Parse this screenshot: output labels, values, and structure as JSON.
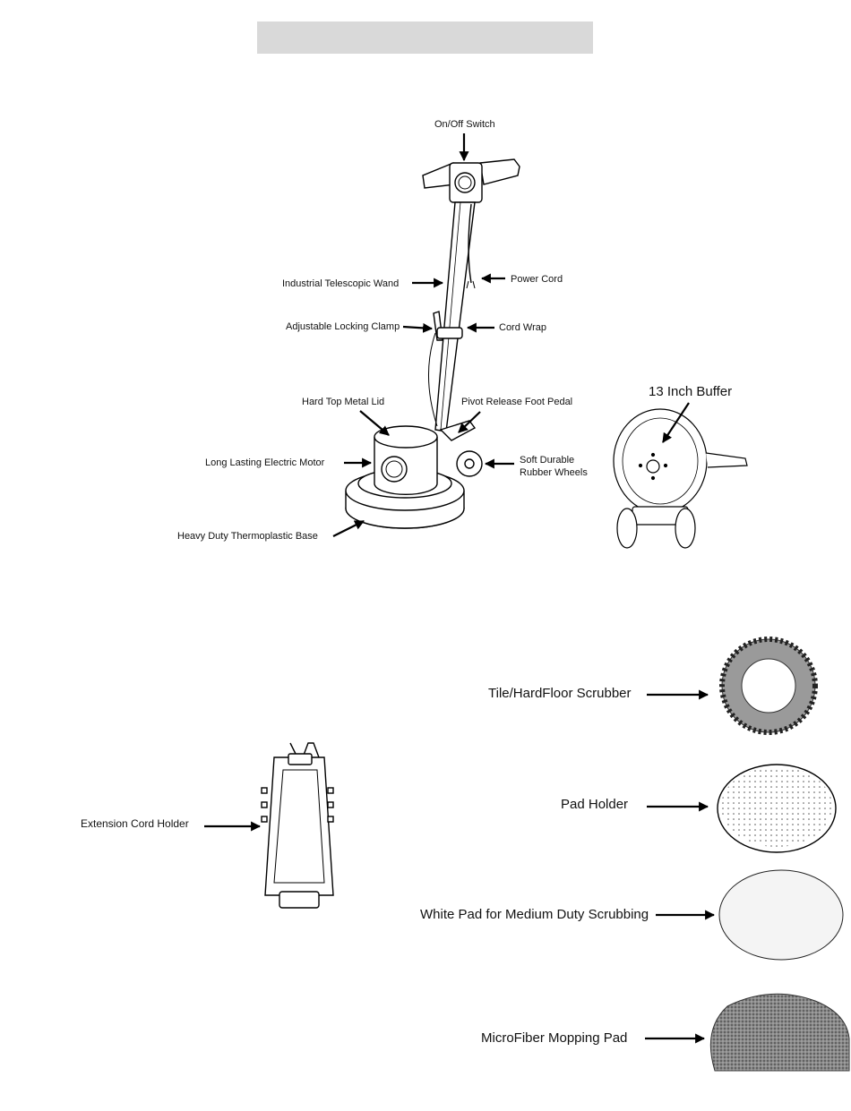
{
  "header": {
    "title": ""
  },
  "labels": {
    "on_off_switch": "On/Off Switch",
    "industrial_telescopic_wand": "Industrial Telescopic Wand",
    "power_cord": "Power Cord",
    "adjustable_locking_clamp": "Adjustable Locking Clamp",
    "cord_wrap": "Cord Wrap",
    "hard_top_metal_lid": "Hard Top Metal Lid",
    "pivot_release_foot_pedal": "Pivot Release Foot Pedal",
    "long_lasting_electric_motor": "Long Lasting Electric Motor",
    "soft_durable_line1": "Soft Durable",
    "soft_durable_line2": "Rubber Wheels",
    "heavy_duty_base": "Heavy Duty Thermoplastic Base",
    "thirteen_inch_buffer": "13 Inch Buffer",
    "tile_scrubber": "Tile/HardFloor Scrubber",
    "pad_holder": "Pad Holder",
    "white_pad": "White Pad for Medium Duty Scrubbing",
    "microfiber_pad": "MicroFiber Mopping Pad",
    "extension_cord_holder": "Extension Cord Holder"
  }
}
